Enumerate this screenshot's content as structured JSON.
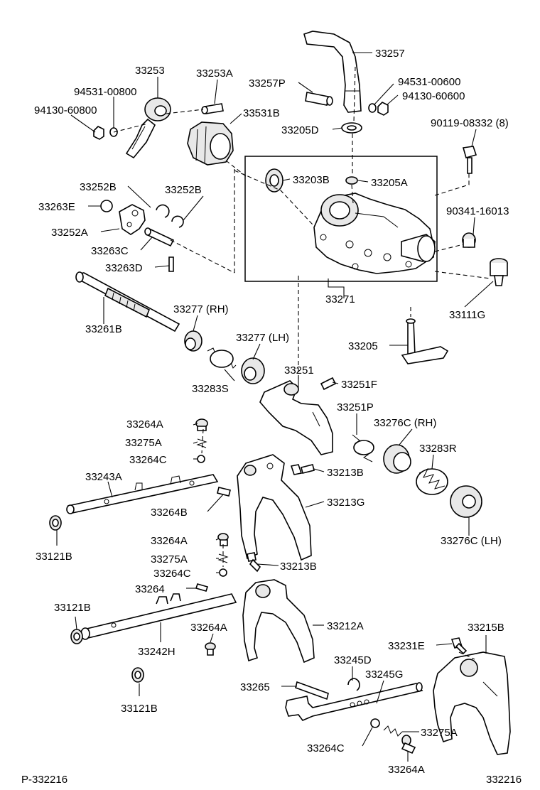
{
  "labels": {
    "p33253": "33253",
    "p33253A": "33253A",
    "p94531_00800": "94531-00800",
    "p94130_60800": "94130-60800",
    "p33531B": "33531B",
    "p33257": "33257",
    "p33257P": "33257P",
    "p94531_00600": "94531-00600",
    "p94130_60600": "94130-60600",
    "p33205D": "33205D",
    "p90119_08332": "90119-08332 (8)",
    "p33203B": "33203B",
    "p33205A": "33205A",
    "p33252B_a": "33252B",
    "p33252B_b": "33252B",
    "p33263E": "33263E",
    "p33252A": "33252A",
    "p33263C": "33263C",
    "p33263D": "33263D",
    "p90341_16013": "90341-16013",
    "p33271": "33271",
    "p33111G": "33111G",
    "p33261B": "33261B",
    "p33277RH": "33277 (RH)",
    "p33277LH": "33277 (LH)",
    "p33205": "33205",
    "p33283S": "33283S",
    "p33251": "33251",
    "p33251F": "33251F",
    "p33251P": "33251P",
    "p33276CRH": "33276C (RH)",
    "p33264A_1": "33264A",
    "p33275A_1": "33275A",
    "p33264C_1": "33264C",
    "p33283R": "33283R",
    "p33243A": "33243A",
    "p33213B_1": "33213B",
    "p33213G": "33213G",
    "p33264B": "33264B",
    "p33121B_1": "33121B",
    "p33276CLH": "33276C (LH)",
    "p33264A_2": "33264A",
    "p33275A_2": "33275A",
    "p33213B_2": "33213B",
    "p33264C_2": "33264C",
    "p33264": "33264",
    "p33121B_2": "33121B",
    "p33264A_3": "33264A",
    "p33212A": "33212A",
    "p33242H": "33242H",
    "p33215B": "33215B",
    "p33231E": "33231E",
    "p33245D": "33245D",
    "p33121B_3": "33121B",
    "p33245G": "33245G",
    "p33265": "33265",
    "p33275A_3": "33275A",
    "p33264C_3": "33264C",
    "p33264A_4": "33264A"
  },
  "footer": {
    "left_code": "P-332216",
    "right_code": "332216"
  }
}
